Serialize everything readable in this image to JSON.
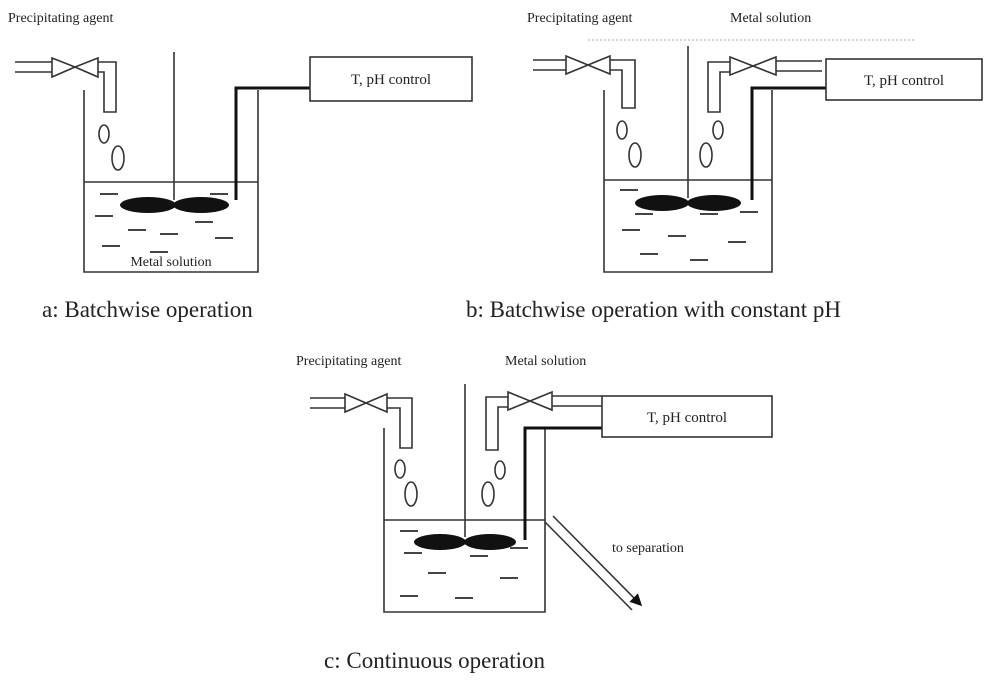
{
  "diagrams": {
    "a": {
      "caption": "a: Batchwise operation",
      "agent_label": "Precipitating agent",
      "solution_label": "Metal solution",
      "control_label": "T, pH control"
    },
    "b": {
      "caption": "b: Batchwise operation with constant pH",
      "agent_label": "Precipitating agent",
      "solution_label": "Metal solution",
      "control_label": "T, pH control"
    },
    "c": {
      "caption": "c: Continuous operation",
      "agent_label": "Precipitating agent",
      "solution_label": "Metal solution",
      "control_label": "T, pH control",
      "outlet_label": "to separation"
    }
  },
  "icons": [
    "valve-icon",
    "stirrer-icon",
    "droplet-icon",
    "arrow-icon"
  ]
}
